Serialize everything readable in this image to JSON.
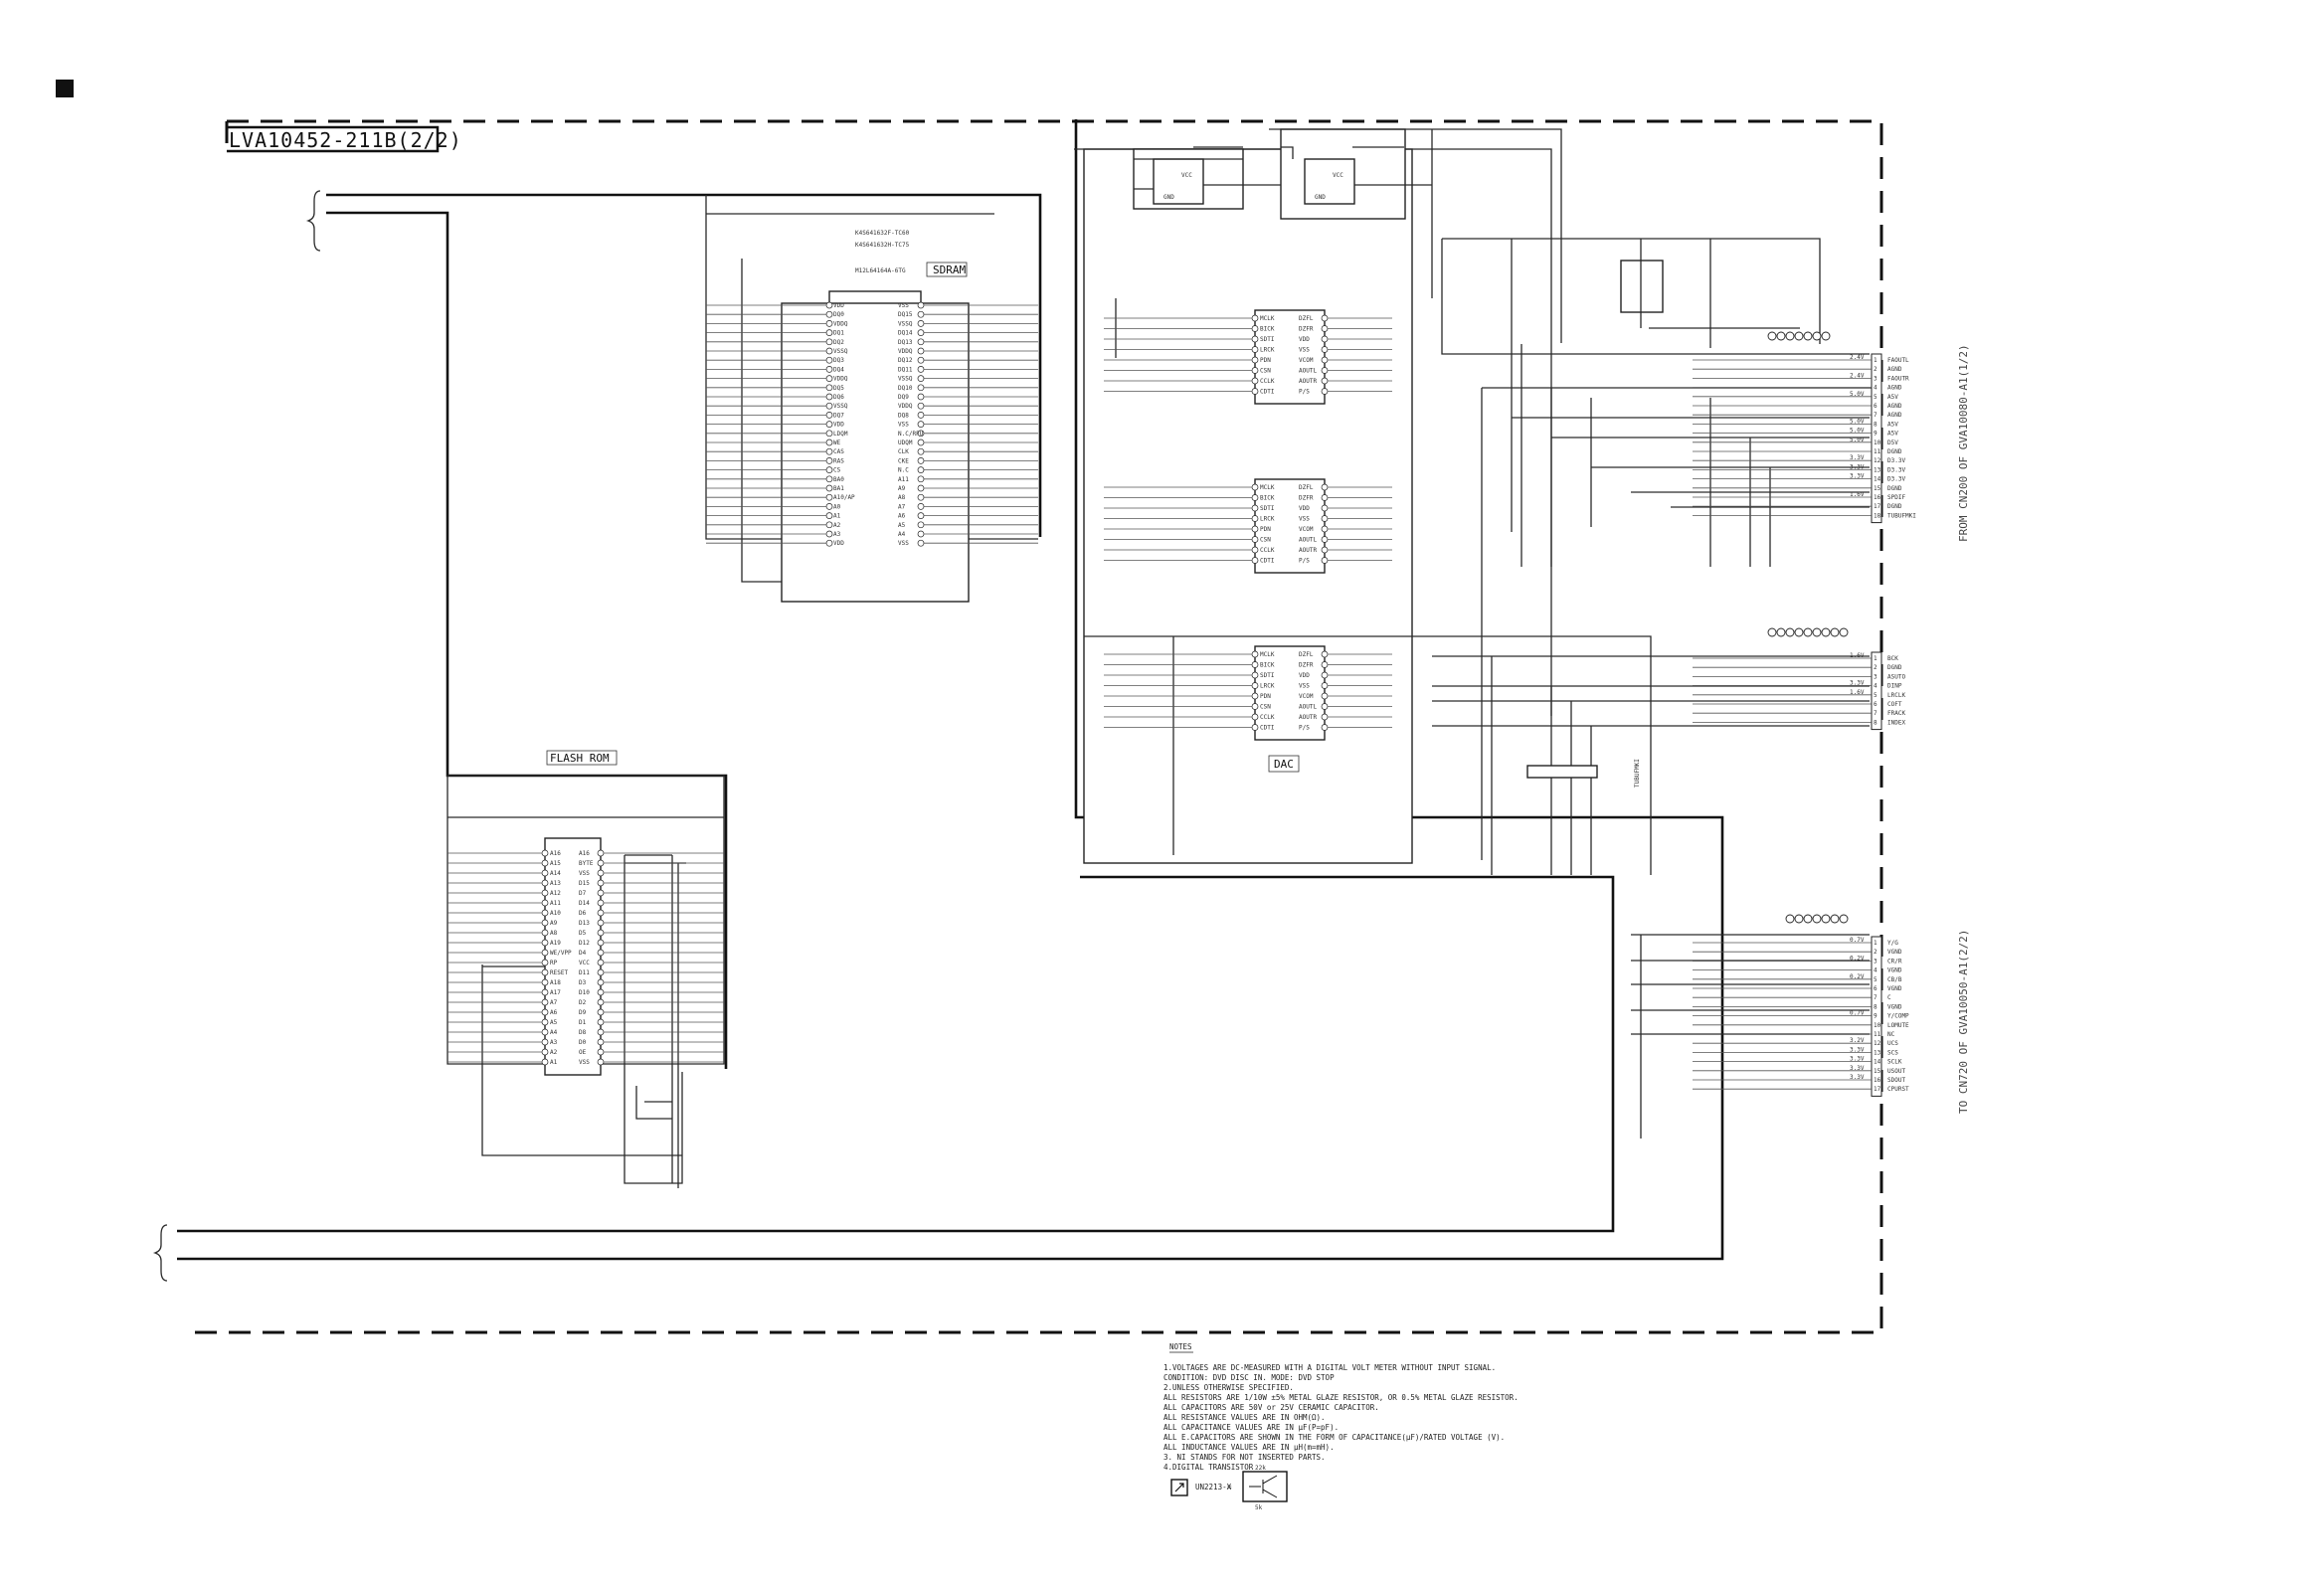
{
  "board": {
    "title": "LVA10452-211B(2/2)"
  },
  "blocks": {
    "sdram": {
      "label": "SDRAM"
    },
    "flash": {
      "label": "FLASH ROM"
    },
    "dac": {
      "label": "DAC"
    }
  },
  "connectors": {
    "upper": "FROM CN200 OF GVA10080-A1(1/2)",
    "lower": "TO CN720 OF GVA10050-A1(2/2)"
  },
  "sdram_pins_left": [
    "VDD",
    "DQ0",
    "VDDQ",
    "DQ1",
    "DQ2",
    "VSSQ",
    "DQ3",
    "DQ4",
    "VDDQ",
    "DQ5",
    "DQ6",
    "VSSQ",
    "DQ7",
    "VDD",
    "LDQM",
    "WE",
    "CAS",
    "RAS",
    "CS",
    "BA0",
    "BA1",
    "A10/AP",
    "A0",
    "A1",
    "A2",
    "A3",
    "VDD"
  ],
  "sdram_pins_right": [
    "VSS",
    "DQ15",
    "VSSQ",
    "DQ14",
    "DQ13",
    "VDDQ",
    "DQ12",
    "DQ11",
    "VSSQ",
    "DQ10",
    "DQ9",
    "VDDQ",
    "DQ8",
    "VSS",
    "N.C/RFU",
    "UDQM",
    "CLK",
    "CKE",
    "N.C",
    "A11",
    "A9",
    "A8",
    "A7",
    "A6",
    "A5",
    "A4",
    "VSS"
  ],
  "flash_pins_left": [
    "A16",
    "A15",
    "A14",
    "A13",
    "A12",
    "A11",
    "A10",
    "A9",
    "A8",
    "A19",
    "WE/VPP",
    "RP",
    "RESET",
    "A18",
    "A17",
    "A7",
    "A6",
    "A5",
    "A4",
    "A3",
    "A2",
    "A1"
  ],
  "flash_pins_right": [
    "A16",
    "BYTE",
    "VSS",
    "D15",
    "D7",
    "D14",
    "D6",
    "D13",
    "D5",
    "D12",
    "D4",
    "VCC",
    "D11",
    "D3",
    "D10",
    "D2",
    "D9",
    "D1",
    "D8",
    "D0",
    "OE",
    "VSS"
  ],
  "dac_pins_left": [
    "MCLK",
    "BICK",
    "SDTI",
    "LRCK",
    "PDN",
    "CSN",
    "CCLK",
    "CDTI"
  ],
  "dac_pins_right": [
    "DZFL",
    "DZFR",
    "VDD",
    "VSS",
    "VCOM",
    "AOUTL",
    "AOUTR",
    "P/S"
  ],
  "cn_upper_a": [
    "FAOUTL",
    "AGND",
    "FAOUTR",
    "AGND",
    "A5V",
    "AGND",
    "AGND",
    "A5V",
    "A5V",
    "D5V",
    "DGND",
    "D3.3V",
    "D3.3V",
    "D3.3V",
    "DGND",
    "SPDIF",
    "DGND",
    "TUBUFMKI"
  ],
  "cn_upper_a_v": [
    "2.4V",
    "",
    "2.4V",
    "",
    "5.0V",
    "",
    "",
    "5.0V",
    "5.0V",
    "5.0V",
    "",
    "3.3V",
    "3.3V",
    "3.3V",
    "",
    "1.6V",
    "",
    ""
  ],
  "cn_upper_b": [
    "BCK",
    "DGND",
    "ASUTO",
    "DINP",
    "LRCLK",
    "COFT",
    "FRACK",
    "INDEX"
  ],
  "cn_upper_b_v": [
    "1.6V",
    "",
    "",
    "3.3V",
    "1.6V",
    "",
    "",
    ""
  ],
  "cn_lower": [
    "Y/G",
    "VGND",
    "CR/R",
    "VGND",
    "CB/B",
    "VGND",
    "C",
    "VGND",
    "Y/COMP",
    "LOMUTE",
    "NC",
    "UCS",
    "SCS",
    "SCLK",
    "USOUT",
    "SDOUT",
    "CPURST"
  ],
  "cn_lower_v": [
    "0.7V",
    "",
    "0.2V",
    "",
    "0.2V",
    "",
    "",
    "",
    "0.7V",
    "",
    "",
    "3.2V",
    "3.3V",
    "3.3V",
    "3.3V",
    "3.3V",
    ""
  ],
  "side_note": "TUBUFMKI",
  "notes": {
    "heading": "NOTES",
    "lines": [
      "1.VOLTAGES ARE DC-MEASURED WITH A DIGITAL VOLT METER WITHOUT INPUT SIGNAL.",
      "  CONDITION: DVD DISC IN.        MODE: DVD STOP",
      "2.UNLESS OTHERWISE SPECIFIED.",
      "  ALL RESISTORS ARE 1/10W ±5% METAL GLAZE RESISTOR, OR 0.5% METAL GLAZE RESISTOR.",
      "  ALL CAPACITORS ARE 50V or 25V CERAMIC CAPACITOR.",
      "  ALL RESISTANCE VALUES ARE IN OHM(Ω).",
      "  ALL CAPACITANCE VALUES ARE IN μF(P=pF).",
      "  ALL E.CAPACITORS ARE SHOWN IN THE FORM OF CAPACITANCE(μF)/RATED VOLTAGE (V).",
      "  ALL INDUCTANCE VALUES ARE IN μH(m=mH).",
      "3. NI STANDS FOR NOT INSERTED PARTS.",
      "4.DIGITAL TRANSISTOR"
    ],
    "transistor_part": "UN2213-X",
    "r_top": "22k",
    "r_bottom": "5k"
  }
}
